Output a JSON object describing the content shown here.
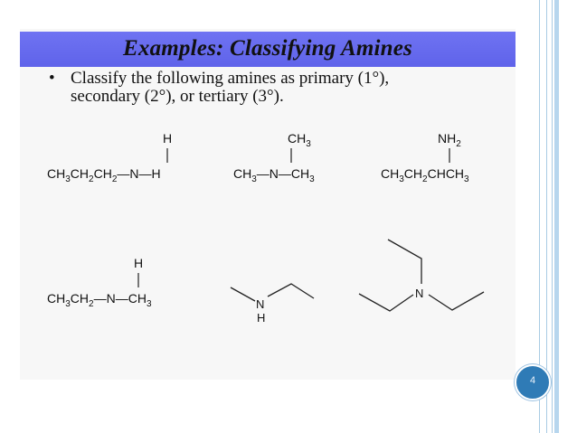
{
  "slide": {
    "title": "Examples:  Classifying Amines",
    "bullet_marker": "•",
    "bullet_lines": [
      "Classify the following amines as primary (1°),",
      "secondary (2°), or tertiary (3°)."
    ],
    "page_number": "4"
  },
  "structures": {
    "s1": {
      "main": "CH3CH2CH2—N—H",
      "top": "H"
    },
    "s2": {
      "main": "CH3—N—CH3",
      "top": "CH3"
    },
    "s3": {
      "main": "CH3CH2CHCH3",
      "top": "NH2"
    },
    "s4": {
      "main": "CH3CH2—N—CH3",
      "top": "H"
    },
    "s5": {
      "n": "N",
      "h": "H"
    },
    "s6": {
      "n": "N"
    }
  },
  "colors": {
    "title_bar": "#6468ee",
    "badge": "#2f7bb6",
    "edge_lines": "#a9cbe4"
  }
}
